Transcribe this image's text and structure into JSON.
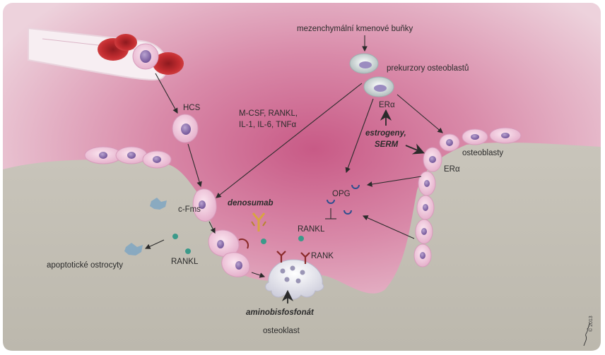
{
  "labels": {
    "mesenchymal": "mezenchymální kmenové buňky",
    "precursors": "prekurzory osteoblastů",
    "hcs": "HCS",
    "cytokines_line1": "M-CSF, RANKL,",
    "cytokines_line2": "IL-1, IL-6, TNFα",
    "er_alpha_top": "ERα",
    "estrogens_line1": "estrogeny,",
    "estrogens_line2": "SERM",
    "osteoblasts": "osteoblasty",
    "er_alpha_right": "ERα",
    "cfms": "c-Fms",
    "denosumab": "denosumab",
    "opg": "OPG",
    "rankl_center": "RANKL",
    "rank": "RANK",
    "rankl_left": "RANKL",
    "apoptotic_osteocytes": "apoptotické ostrocyty",
    "aminobisphosphonate": "aminobisfosfonát",
    "osteoclast": "osteoklast",
    "copyright": "© 2013"
  },
  "colors": {
    "background_pink": "#e8c4d2",
    "core_magenta": "#c2537f",
    "bone": "#c7c3b8",
    "cell_pink": "#efc6dc",
    "nucleus_purple": "#8a6aa8",
    "rbc_red": "#b8262c",
    "teal_dot": "#3b9a8a",
    "osteoclast_white": "#ececf4",
    "arrow": "#2b2b2b"
  }
}
